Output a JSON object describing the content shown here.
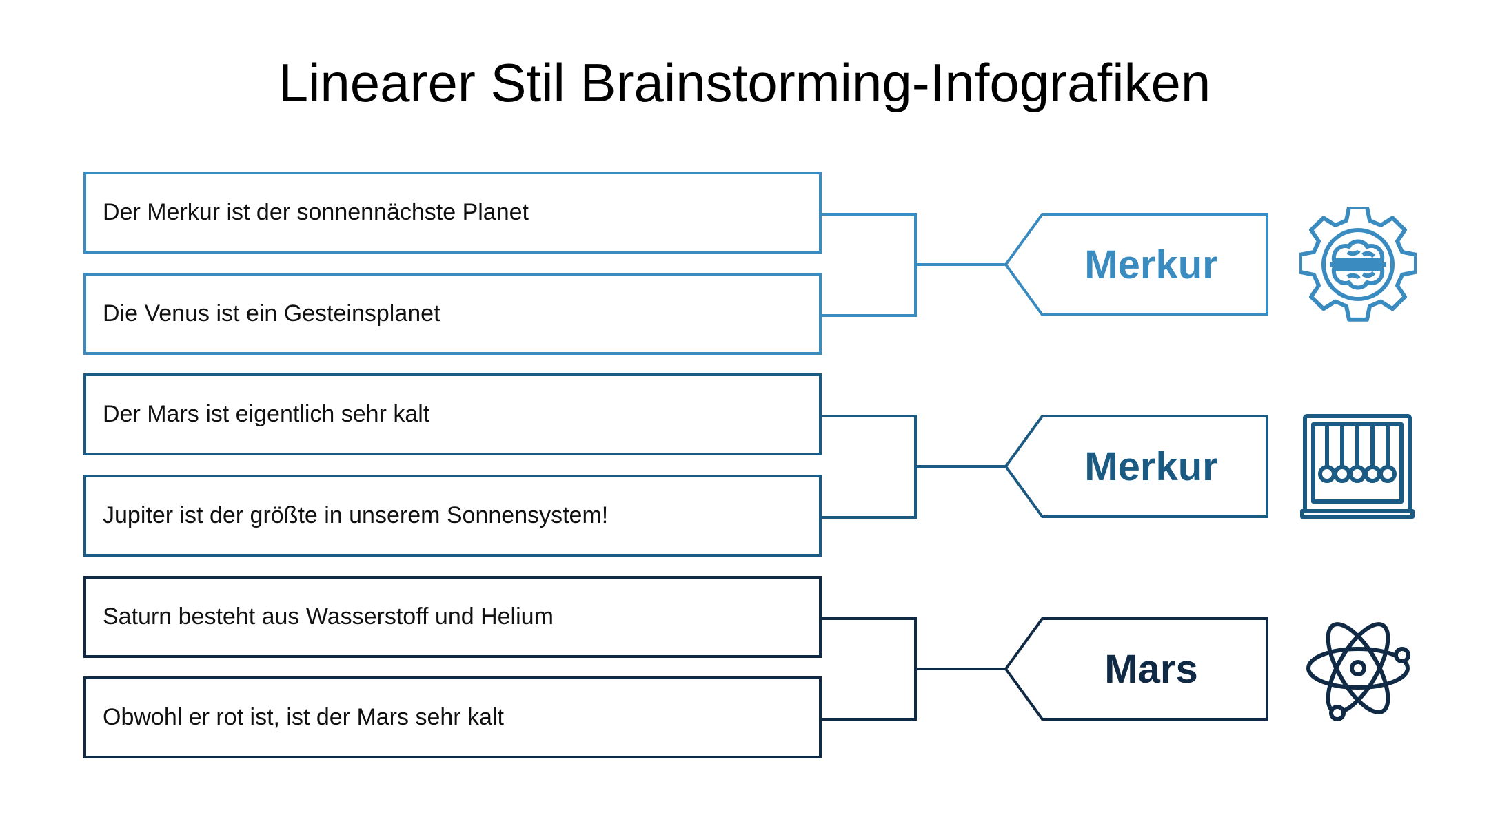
{
  "title": "Linearer Stil Brainstorming-Infografiken",
  "colors": {
    "group1": "#3a8bbf",
    "group2": "#1b5a82",
    "group3": "#102a45"
  },
  "groups": [
    {
      "tag": "Merkur",
      "icon": "gear-brain-icon",
      "items": [
        "Der Merkur ist der sonnennächste Planet",
        "Die Venus ist ein Gesteinsplanet"
      ]
    },
    {
      "tag": "Merkur",
      "icon": "newtons-cradle-icon",
      "items": [
        "Der Mars ist eigentlich sehr kalt",
        "Jupiter ist der größte in unserem Sonnensystem!"
      ]
    },
    {
      "tag": "Mars",
      "icon": "atom-icon",
      "items": [
        "Saturn besteht aus Wasserstoff und Helium",
        "Obwohl er rot ist, ist der Mars sehr kalt"
      ]
    }
  ]
}
